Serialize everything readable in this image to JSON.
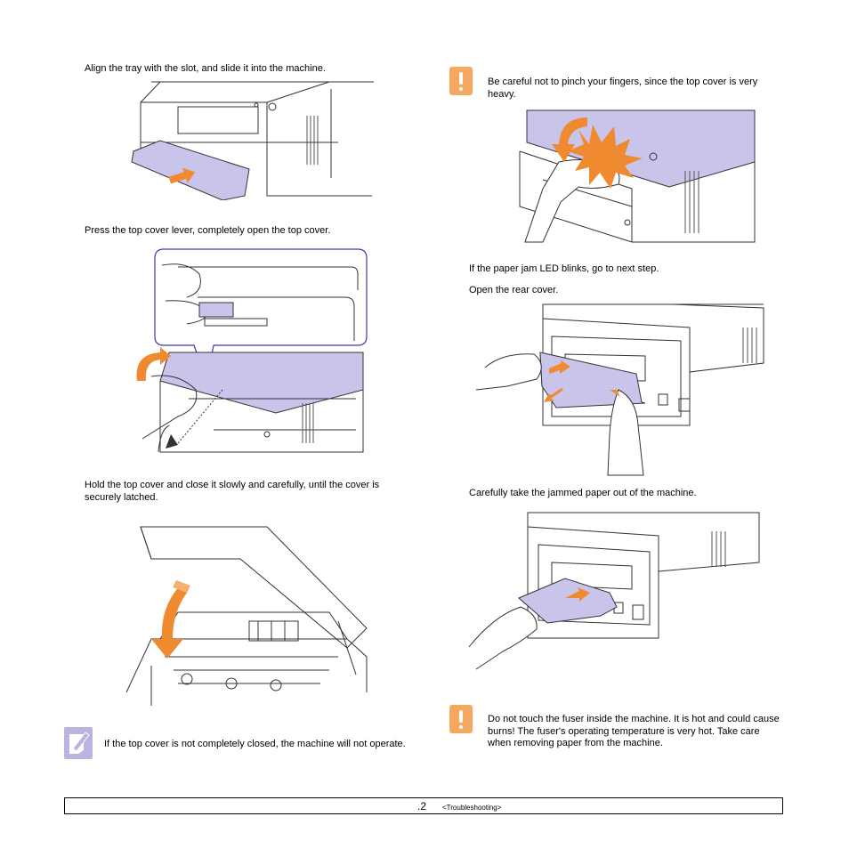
{
  "left_column": {
    "step_align_tray": "Align the tray with the slot, and slide it into the machine.",
    "step_press_lever": "Press the top cover lever, completely open the top cover.",
    "step_close_cover": "Hold the top cover and close it slowly and carefully, until the cover is securely latched.",
    "note_text": "If the top cover is not completely closed, the machine will not operate."
  },
  "right_column": {
    "caution_pinch": "Be careful not to pinch your fingers, since the top cover is very heavy.",
    "step_led_blinks": "If the paper jam LED blinks, go to next step.",
    "step_open_rear": "Open the rear cover.",
    "step_take_paper": "Carefully take the jammed paper out of the machine.",
    "caution_fuser": "Do not touch the fuser inside the machine. It is hot and could cause burns! The fuser's operating temperature is very hot. Take care when removing paper from the machine."
  },
  "footer": {
    "page_number": ".2",
    "section": "<Troubleshooting>"
  },
  "colors": {
    "caution_orange": "#f4a860",
    "arrow_orange": "#f08a30",
    "cover_purple": "#c9c5ea",
    "note_purple": "#b9b4e0",
    "line_gray": "#333333"
  }
}
